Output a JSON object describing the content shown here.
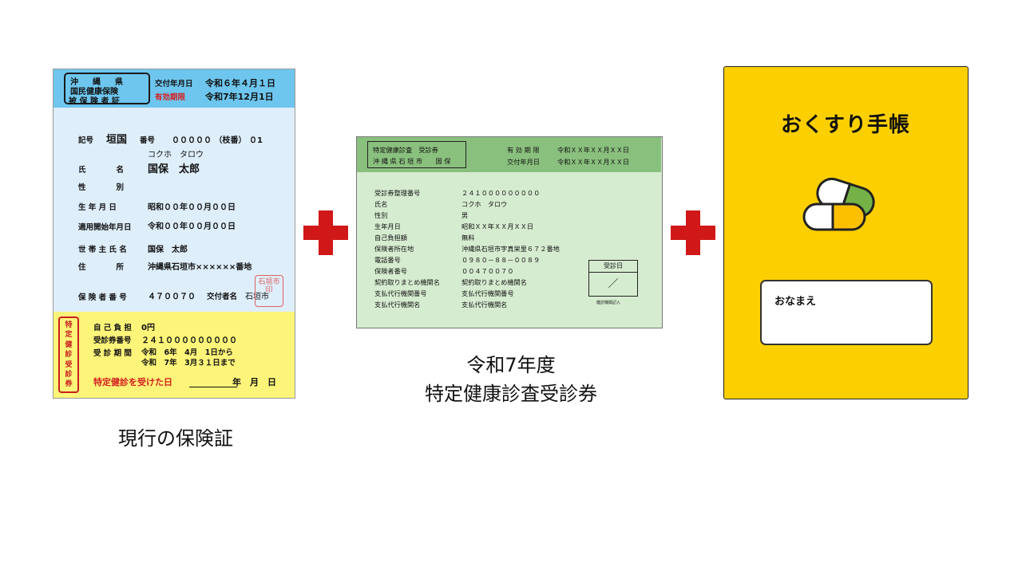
{
  "insurance_card": {
    "title_lines": [
      "沖　縄　県",
      "国民健康保険",
      "被 保 険 者 証"
    ],
    "issue_label": "交付年月日",
    "issue_value": "令和６年４月１日",
    "expiry_label": "有効期限",
    "expiry_value": "令和7年12月1日",
    "symbol_label": "記号",
    "symbol_value": "垣国",
    "number_label": "番号",
    "number_value": "０００００ （枝番） ０1",
    "furigana": "コクホ　タロウ",
    "name_label": "氏　　　　名",
    "name_value": "国保　太郎",
    "gender_label": "性　　　　別",
    "birth_label": "生 年 月 日",
    "birth_value": "昭和００年００月００日",
    "start_label": "適用開始年月日",
    "start_value": "令和００年００月００日",
    "head_label": "世 帯 主 氏 名",
    "head_value": "国保　太郎",
    "address_label": "住　　　　所",
    "address_value": "沖縄県石垣市××××××番地",
    "insurer_label": "保 険 者 番 号",
    "insurer_value": "４７００７０",
    "issuer_label": "交付者名",
    "issuer_value": "石垣市",
    "seal_text": "石垣市印",
    "side_label": [
      "特",
      "定",
      "健",
      "診",
      "受",
      "診",
      "券"
    ],
    "copay_label": "自 己 負 担",
    "copay_value": "0円",
    "ticket_no_label": "受診券番号",
    "ticket_no_value": "２４１０００００００００",
    "period_label": "受 診 期 間",
    "period_from": "令和　6年　4月　1日から",
    "period_to": "令和　7年　3月３１日まで",
    "checkup_date_label": "特定健診を受けた日",
    "checkup_date_value": "年　月　日"
  },
  "checkup_card": {
    "title_line1": "特定健康診査　受診券",
    "title_line2": "沖 縄 県 石 垣 市　　国 保",
    "expiry_label": "有 効 期 限",
    "expiry_value": "令和ＸＸ年ＸＸ月ＸＸ日",
    "issue_label": "交付年月日",
    "issue_value": "令和ＸＸ年ＸＸ月ＸＸ日",
    "rows": [
      {
        "label": "受診券整理番号",
        "value": "２４１０００００００００"
      },
      {
        "label": "氏名",
        "value": "コクホ　タロウ"
      },
      {
        "label": "性別",
        "value": "男"
      },
      {
        "label": "生年月日",
        "value": "昭和ＸＸ年ＸＸ月ＸＸ日"
      },
      {
        "label": "自己負担額",
        "value": "無料"
      },
      {
        "label": "保険者所在地",
        "value": "沖縄県石垣市字真栄里６７２番地"
      },
      {
        "label": "電話番号",
        "value": "０９８０－８８－００８９"
      },
      {
        "label": "保険者番号",
        "value": "００４７００７０"
      },
      {
        "label": "契約取りまとめ機関名",
        "value": "契約取りまとめ機関名"
      },
      {
        "label": "支払代行機関番号",
        "value": "支払代行機関番号"
      },
      {
        "label": "支払代行機関名",
        "value": "支払代行機関名"
      }
    ],
    "stamp_label": "受診日",
    "stamp_slash": "／",
    "stamp_note": "健診機関記入"
  },
  "notebook": {
    "title": "おくすり手帳",
    "name_label": "おなまえ"
  },
  "captions": {
    "insurance": "現行の保険証",
    "checkup_line1": "令和7年度",
    "checkup_line2": "特定健康診査受診券"
  },
  "colors": {
    "insurance_header": "#6ec6ee",
    "insurance_body": "#deeefa",
    "insurance_footer": "#fdf47a",
    "checkup_header": "#8ac07e",
    "checkup_body": "#d6ecd0",
    "notebook": "#fccf00",
    "cross": "#d01818",
    "pill_green": "#74b248",
    "pill_yellow": "#fcc000"
  }
}
